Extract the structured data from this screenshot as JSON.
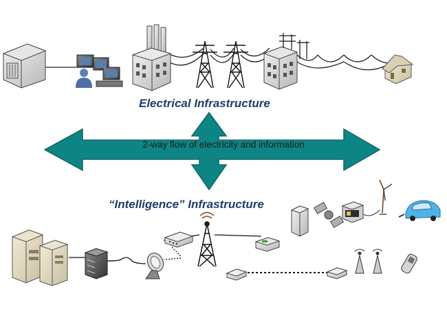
{
  "electrical": {
    "title": "Electrical Infrastructure"
  },
  "intelligence": {
    "title": "“Intelligence” Infrastructure"
  },
  "flow": {
    "label": "2-way flow of electricity and information"
  },
  "colors": {
    "arrow": "#0e8585",
    "arrow_dark": "#0a6666",
    "title": "#1f3c6d"
  },
  "icons": [
    "control-center-building-icon",
    "operator-workstation-icon",
    "power-plant-icon",
    "transmission-tower-icon",
    "substation-icon",
    "house-icon",
    "server-icon",
    "network-rack-icon",
    "satellite-dish-icon",
    "network-switch-icon",
    "radio-tower-icon",
    "router-icon",
    "modem-icon",
    "wireless-antenna-icon",
    "handheld-device-icon",
    "inverter-cabinet-icon",
    "satellite-icon",
    "battery-storage-icon",
    "wind-turbine-icon",
    "electric-car-icon"
  ]
}
